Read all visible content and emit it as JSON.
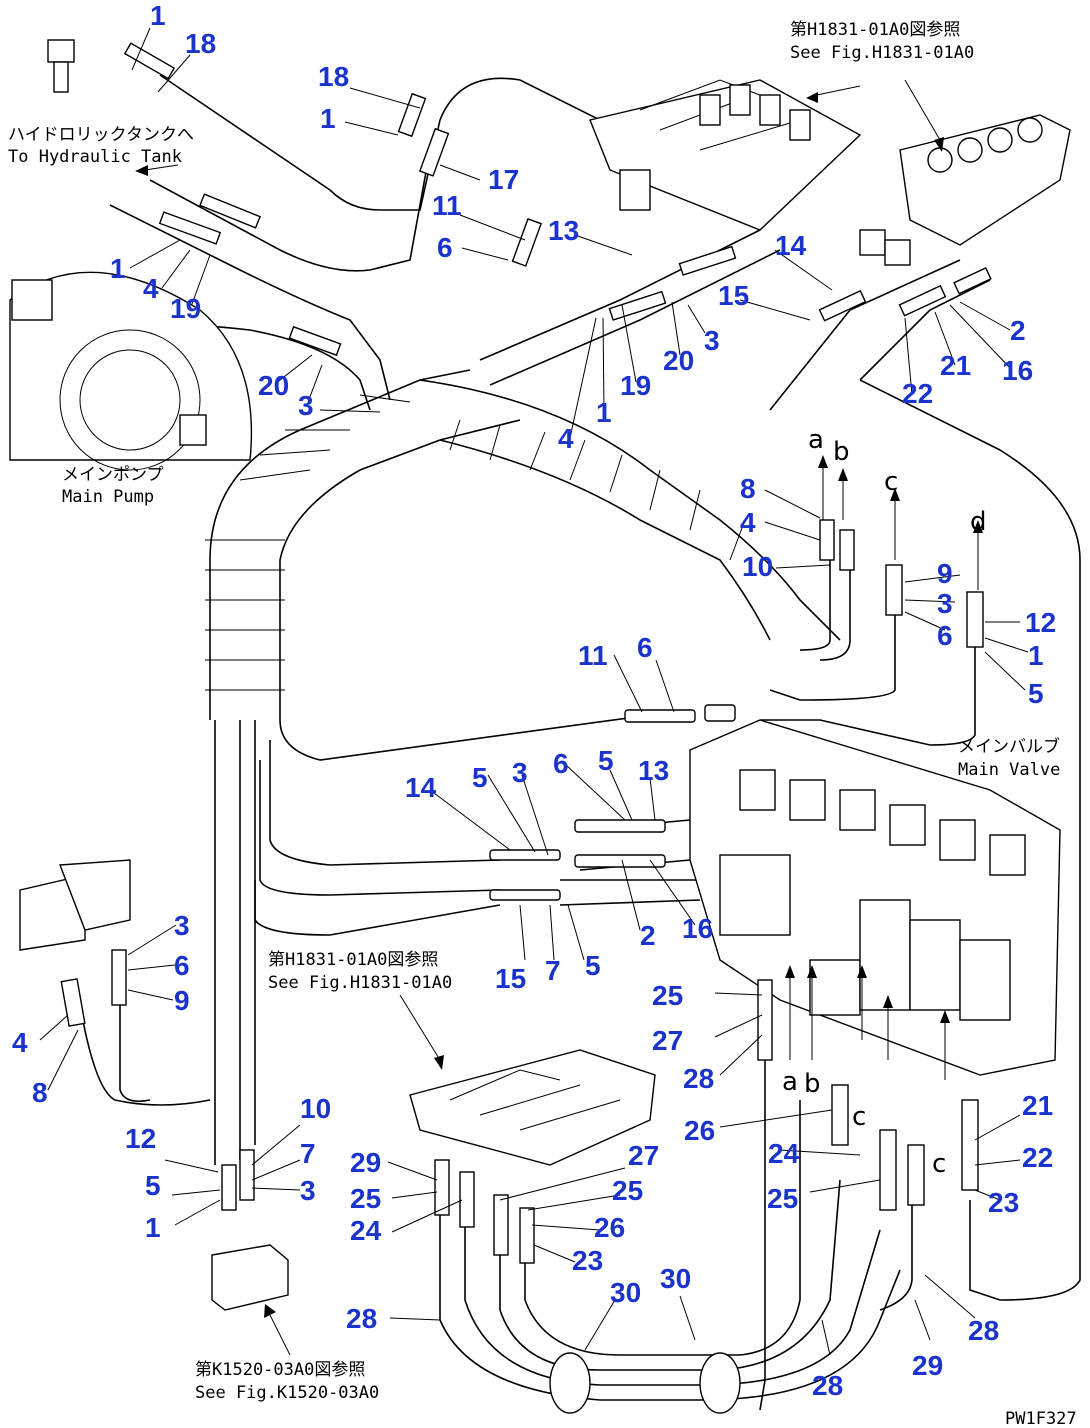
{
  "notes": {
    "fig_h1831_top_jp": "第H1831-01A0図参照",
    "fig_h1831_top_en": "See Fig.H1831-01A0",
    "hydraulic_tank_jp": "ハイドロリックタンクへ",
    "hydraulic_tank_en": "To Hydraulic Tank",
    "main_pump_jp": "メインポンプ",
    "main_pump_en": "Main Pump",
    "main_valve_jp": "メインバルブ",
    "main_valve_en": "Main Valve",
    "fig_h1831_mid_jp": "第H1831-01A0図参照",
    "fig_h1831_mid_en": "See Fig.H1831-01A0",
    "fig_k1520_jp": "第K1520-03A0図参照",
    "fig_k1520_en": "See Fig.K1520-03A0",
    "drawing_code": "PW1F327"
  },
  "letters": {
    "a1": "a",
    "b1": "b",
    "c1": "c",
    "d1": "d",
    "a2": "a",
    "b2": "b",
    "c2": "c",
    "c3": "c"
  },
  "callouts": {
    "c01": "1",
    "c02": "18",
    "c03": "18",
    "c04": "1",
    "c05": "17",
    "c06": "11",
    "c07": "6",
    "c08": "13",
    "c09": "1",
    "c10": "4",
    "c11": "19",
    "c12": "14",
    "c13": "15",
    "c14": "3",
    "c15": "20",
    "c16": "2",
    "c17": "21",
    "c18": "16",
    "c19": "22",
    "c20": "20",
    "c21": "3",
    "c22": "19",
    "c23": "1",
    "c24": "4",
    "c25": "8",
    "c26": "4",
    "c27": "10",
    "c28": "9",
    "c29": "3",
    "c30": "6",
    "c31": "12",
    "c32": "1",
    "c33": "5",
    "c34": "11",
    "c35": "6",
    "c36": "14",
    "c37": "5",
    "c38": "3",
    "c39": "6",
    "c40": "5",
    "c41": "13",
    "c42": "2",
    "c43": "16",
    "c44": "15",
    "c45": "7",
    "c46": "5",
    "c47": "3",
    "c48": "6",
    "c49": "9",
    "c50": "4",
    "c51": "8",
    "c52": "25",
    "c53": "27",
    "c54": "28",
    "c55": "26",
    "c56": "24",
    "c57": "21",
    "c58": "22",
    "c59": "25",
    "c60": "23",
    "c61": "10",
    "c62": "7",
    "c63": "3",
    "c64": "12",
    "c65": "5",
    "c66": "1",
    "c67": "29",
    "c68": "25",
    "c69": "24",
    "c70": "27",
    "c71": "25",
    "c72": "26",
    "c73": "23",
    "c74": "28",
    "c75": "30",
    "c76": "30",
    "c77": "28",
    "c78": "29",
    "c79": "28"
  }
}
